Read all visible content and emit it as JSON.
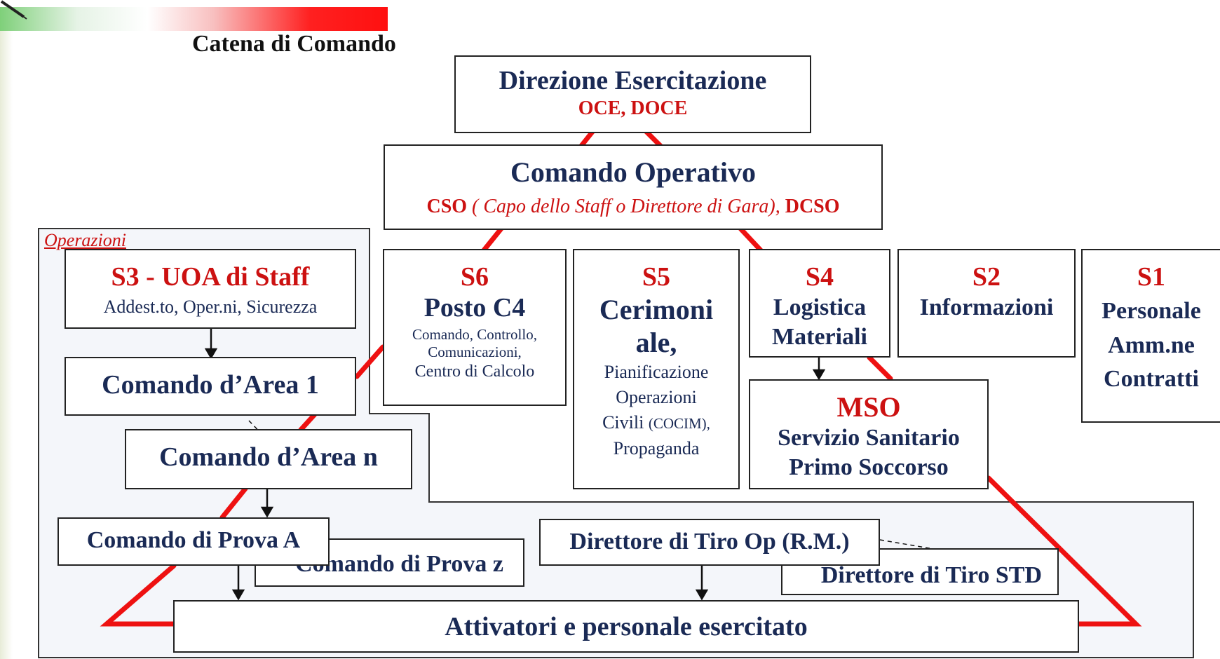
{
  "title": "Catena di Comando",
  "operations_label": "Operazioni",
  "colors": {
    "box_text": "#1a2a55",
    "accent_red": "#cc1111",
    "line_red": "#ee1111",
    "panel_bg": "#f4f6fa"
  },
  "icons": {
    "corner": "pen-icon"
  },
  "nodes": {
    "direzione": {
      "title": "Direzione Esercitazione",
      "sub": "OCE, DOCE"
    },
    "comando_operativo": {
      "title": "Comando Operativo",
      "sub_a": "CSO",
      "sub_b": "( Capo dello Staff o Direttore di Gara),",
      "sub_c": "DCSO"
    },
    "s3": {
      "title": "S3 - UOA di Staff",
      "sub": "Addest.to, Oper.ni, Sicurezza"
    },
    "area1": {
      "title": "Comando d’Area 1"
    },
    "arean": {
      "title": "Comando d’Area n"
    },
    "s6": {
      "code": "S6",
      "title": "Posto C4",
      "line1": "Comando, Controllo,",
      "line2": "Comunicazioni,",
      "line3": "Centro di Calcolo"
    },
    "s5": {
      "code": "S5",
      "title1": "Cerimoni",
      "title2": "ale,",
      "line1": "Pianificazione",
      "line2": "Operazioni",
      "line3": "Civili",
      "line3b": "(COCIM),",
      "line4": "Propaganda"
    },
    "s4": {
      "code": "S4",
      "line1": "Logistica",
      "line2": "Materiali"
    },
    "s2": {
      "code": "S2",
      "line1": "Informazioni"
    },
    "s1": {
      "code": "S1",
      "line1": "Personale",
      "line2": "Amm.ne",
      "line3": "Contratti"
    },
    "mso": {
      "code": "MSO",
      "line1": "Servizio Sanitario",
      "line2": "Primo Soccorso"
    },
    "prova_a": {
      "title": "Comando di Prova A"
    },
    "prova_z": {
      "title": "Comando di Prova z"
    },
    "tiro_op": {
      "title": "Direttore di Tiro Op (R.M.)"
    },
    "tiro_std": {
      "title": "Direttore di Tiro STD"
    },
    "attivatori": {
      "title": "Attivatori e personale esercitato"
    }
  }
}
